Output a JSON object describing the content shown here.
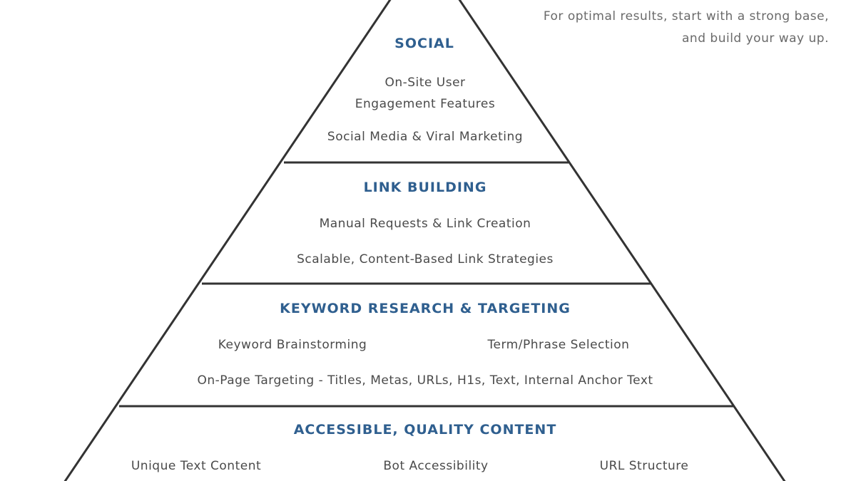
{
  "note": "For optimal results, start with a strong base, and build your way up.",
  "pyramid": {
    "tiers": [
      {
        "title": "SOCIAL",
        "items": [
          "On-Site User\nEngagement Features",
          "Social Media & Viral Marketing"
        ]
      },
      {
        "title": "LINK BUILDING",
        "items": [
          "Manual Requests & Link Creation",
          "Scalable, Content-Based Link Strategies"
        ]
      },
      {
        "title": "KEYWORD RESEARCH & TARGETING",
        "items": [
          "Keyword Brainstorming",
          "Term/Phrase Selection",
          "On-Page Targeting - Titles, Metas, URLs, H1s, Text, Internal Anchor Text"
        ]
      },
      {
        "title": "ACCESSIBLE, QUALITY CONTENT",
        "items": [
          "Unique Text Content",
          "Bot Accessibility",
          "URL Structure"
        ]
      }
    ]
  },
  "colors": {
    "outline": "#333333",
    "title": "#2f5f8f",
    "text": "#4a4a4a"
  }
}
